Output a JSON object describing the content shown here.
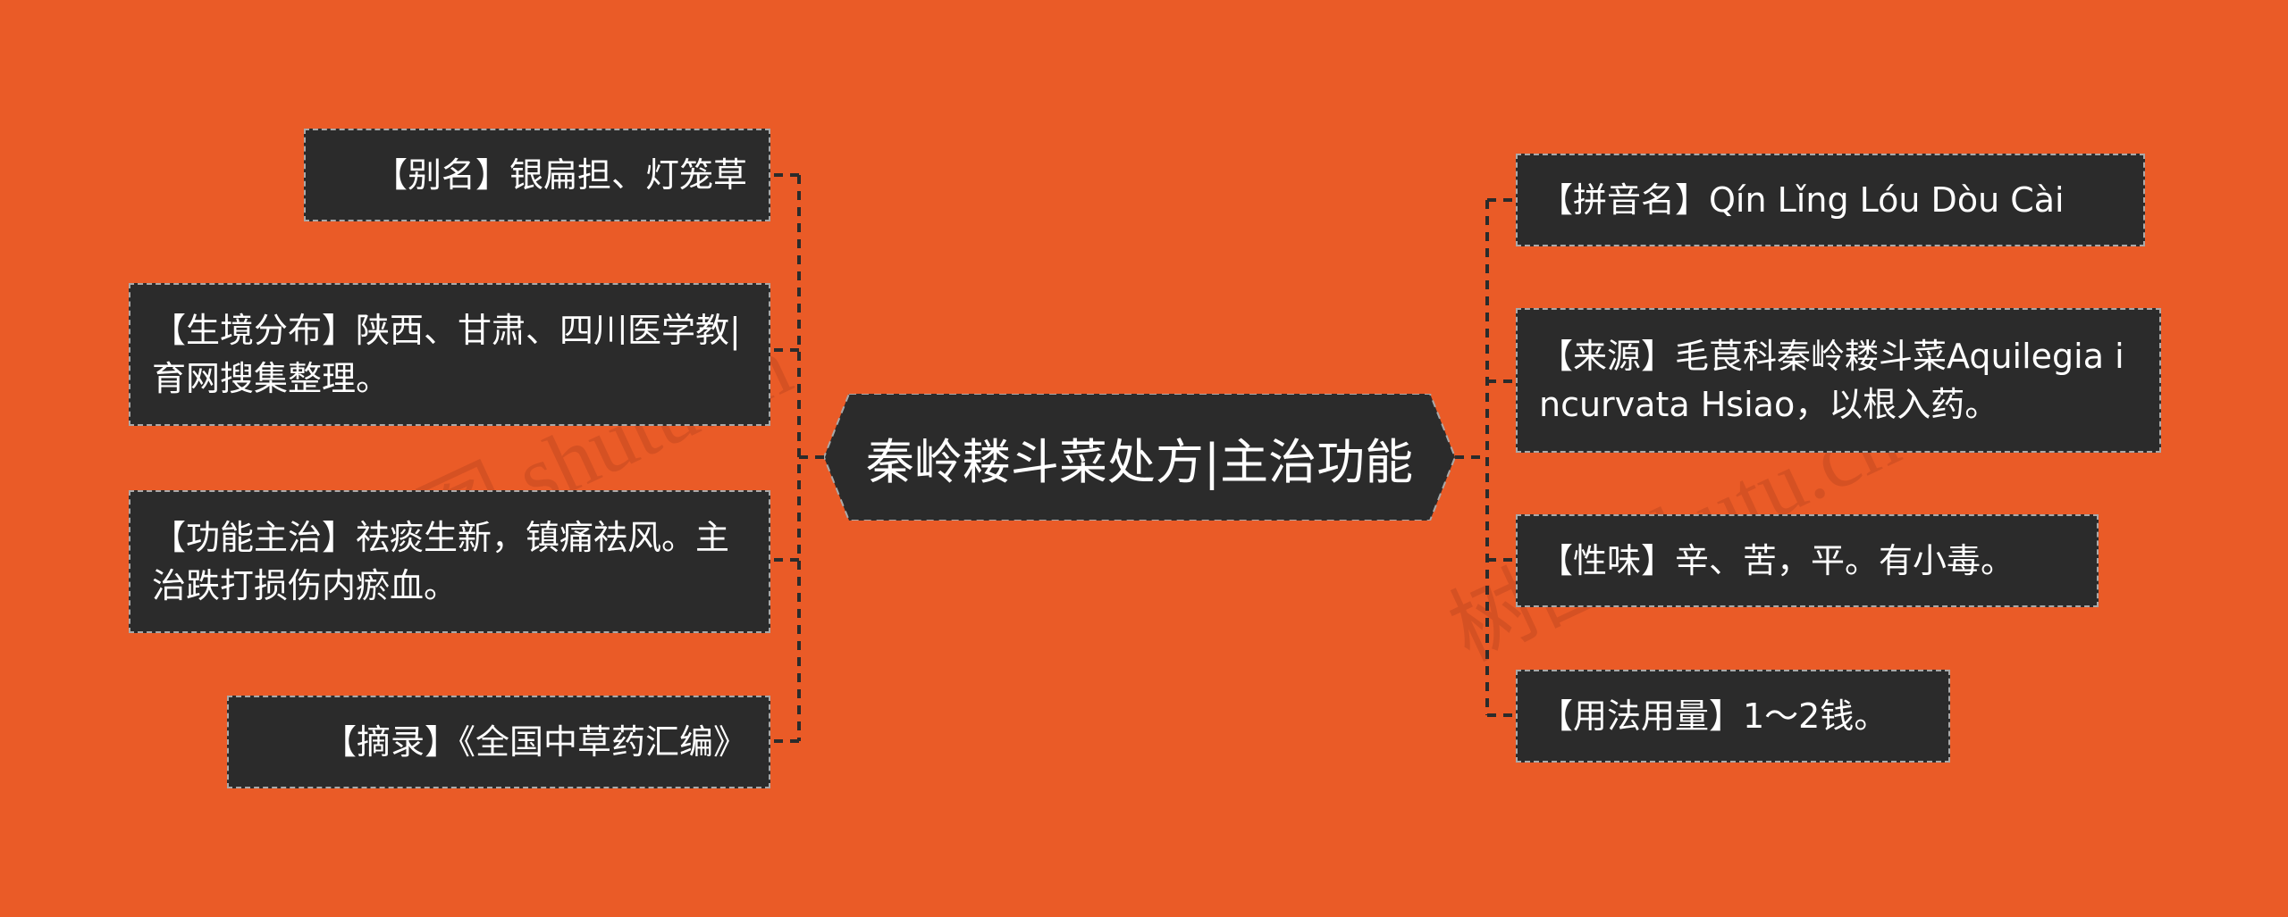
{
  "colors": {
    "background": "#EA5B27",
    "node_fill": "#2B2B2B",
    "node_border": "#A9A9A9",
    "text": "#FFFFFF",
    "link": "#2B2B2B"
  },
  "center": {
    "title": "秦岭耧斗菜处方|主治功能"
  },
  "left_nodes": [
    {
      "text": "【别名】银扁担、灯笼草"
    },
    {
      "text": "【生境分布】陕西、甘肃、四川医学教|育网搜集整理。"
    },
    {
      "text": "【功能主治】祛痰生新，镇痛祛风。主治跌打损伤内瘀血。"
    },
    {
      "text": "【摘录】《全国中草药汇编》"
    }
  ],
  "right_nodes": [
    {
      "text": "【拼音名】Qín Lǐng Lóu Dòu Cài"
    },
    {
      "text": "【来源】毛茛科秦岭耧斗菜Aquilegia incurvata Hsiao，以根入药。"
    },
    {
      "text": "【性味】辛、苦，平。有小毒。"
    },
    {
      "text": "【用法用量】1～2钱。"
    }
  ],
  "watermarks": [
    "树图 shutu.cn",
    "树图 shutu.cn"
  ]
}
